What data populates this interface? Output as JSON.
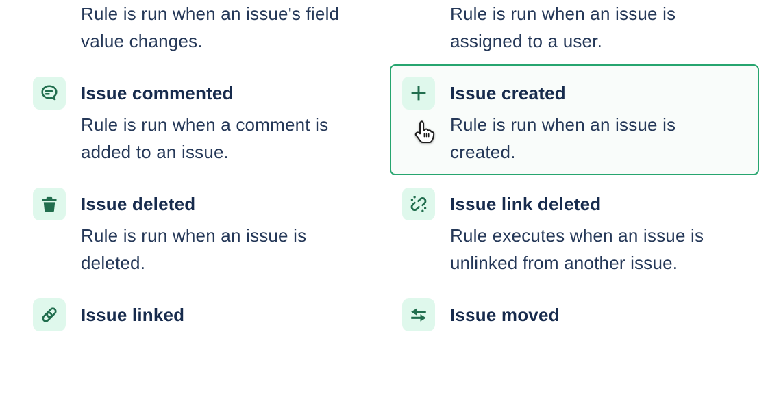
{
  "colors": {
    "icon_green": "#216E4E",
    "icon_square_bg": "#DFF8EC",
    "selected_border": "#27A56F",
    "selected_bg": "#F9FCFA",
    "title_text": "#172B4D",
    "description_text": "#253858",
    "page_bg": "#FFFFFF"
  },
  "cursor": {
    "type": "pointer-hand-cursor"
  },
  "triggers": {
    "items": [
      {
        "icon": "",
        "title": "",
        "description": "Rule is run when an issue's field\nvalue changes.",
        "state": "partially-offscreen-top"
      },
      {
        "icon": "",
        "title": "",
        "description": "Rule is run when an issue is\nassigned to a user.",
        "state": "partially-offscreen-top"
      },
      {
        "icon": "comment-icon",
        "title": "Issue commented",
        "description": "Rule is run when a comment is\nadded to an issue.",
        "state": "default"
      },
      {
        "icon": "plus-icon",
        "title": "Issue created",
        "description": "Rule is run when an issue is\ncreated.",
        "state": "selected"
      },
      {
        "icon": "trash-icon",
        "title": "Issue deleted",
        "description": "Rule is run when an issue is\ndeleted.",
        "state": "default"
      },
      {
        "icon": "broken-link-icon",
        "title": "Issue link deleted",
        "description": "Rule executes when an issue is\nunlinked from another issue.",
        "state": "default"
      },
      {
        "icon": "link-icon",
        "title": "Issue linked",
        "description": "",
        "state": "partially-offscreen-bottom"
      },
      {
        "icon": "transfer-arrows-icon",
        "title": "Issue moved",
        "description": "",
        "state": "partially-offscreen-bottom"
      }
    ]
  }
}
